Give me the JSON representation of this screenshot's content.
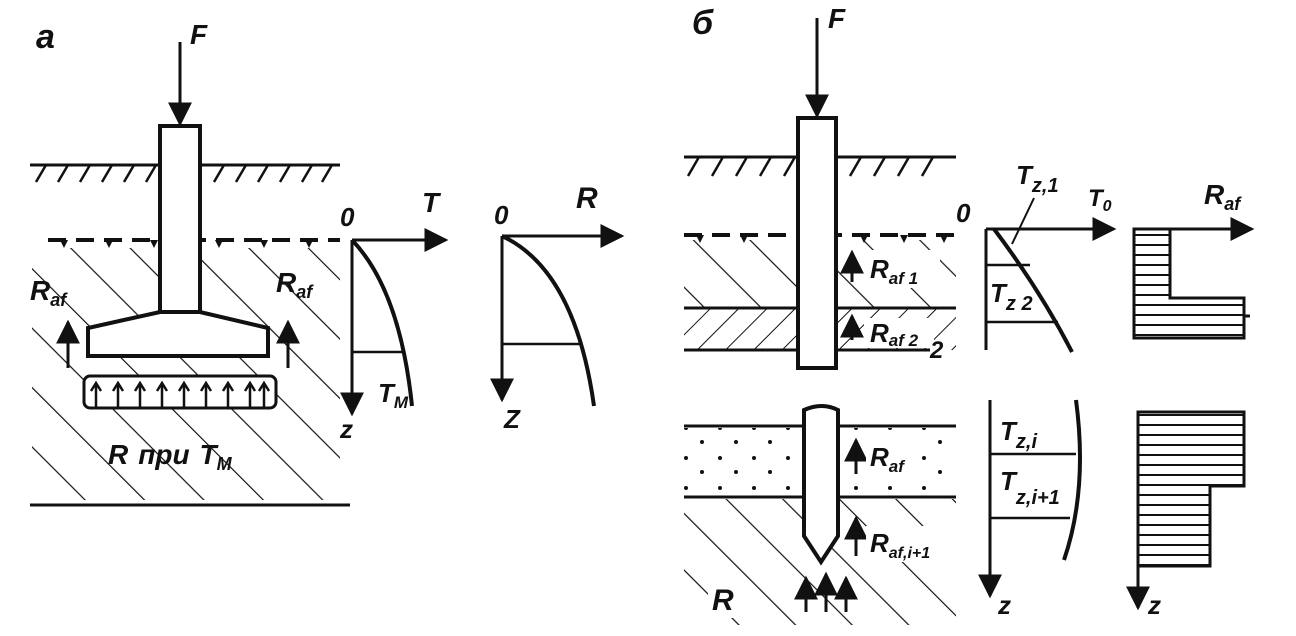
{
  "panel_a": {
    "panel_letter": "а",
    "force_label": "F",
    "origin_label": "0",
    "temp_axis_label": "T",
    "depth_axis_label": "z",
    "tm_main": "T",
    "tm_sub": "М",
    "raf_main": "R",
    "raf_sub": "af",
    "bearing_caption_r": "R",
    "bearing_caption_mid": "при",
    "bearing_caption_t": "T",
    "bearing_caption_sub": "М",
    "r_graph_origin": "0",
    "r_graph_axis": "R",
    "r_graph_depth": "Z"
  },
  "panel_b": {
    "panel_letter": "б",
    "force_label": "F",
    "origin_label": "0",
    "t0_main": "T",
    "t0_sub": "0",
    "raf_axis_main": "R",
    "raf_axis_sub": "af",
    "tz1_main": "T",
    "tz1_sub": "z,1",
    "tz2_main": "T",
    "tz2_sub": "z 2",
    "raf1_main": "R",
    "raf1_sub": "af 1",
    "raf2_main": "R",
    "raf2_sub": "af 2",
    "layer_num_2": "2",
    "raf_lower_main": "R",
    "raf_lower_sub": "af",
    "rafi_main": "R",
    "rafi_sub": "af,i+1",
    "r_base": "R",
    "tzi_main": "T",
    "tzi_sub": "z,i",
    "tzi1_main": "T",
    "tzi1_sub": "z,i+1",
    "depth_axis_1": "z",
    "depth_axis_2": "z"
  },
  "colors": {
    "ink": "#111111",
    "paper": "#ffffff"
  }
}
